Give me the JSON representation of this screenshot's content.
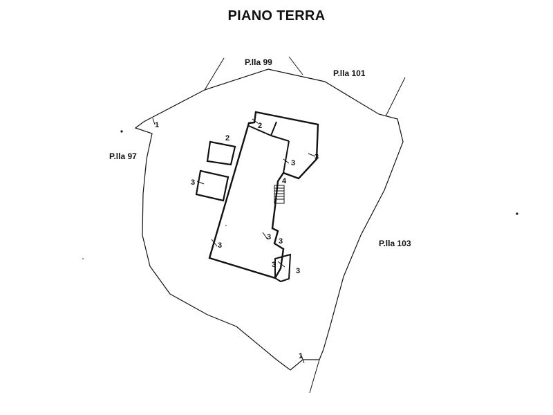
{
  "title": "PIANO TERRA",
  "parcels": {
    "p97": "P.lla 97",
    "p99": "P.lla 99",
    "p101": "P.lla 101",
    "p103": "P.lla 103"
  },
  "boundary_markers": {
    "west": "1",
    "south": "1"
  },
  "building_markers": {
    "top_left_room": "2",
    "detached_upper": "2",
    "detached_lower_left": "3",
    "top_right_block": "3",
    "corridor_upper": "3",
    "stair": "4",
    "lower_left_mid": "3",
    "lower_right_mid": "3",
    "west_wall": "3",
    "annex_left": "3",
    "annex_right": "3"
  }
}
